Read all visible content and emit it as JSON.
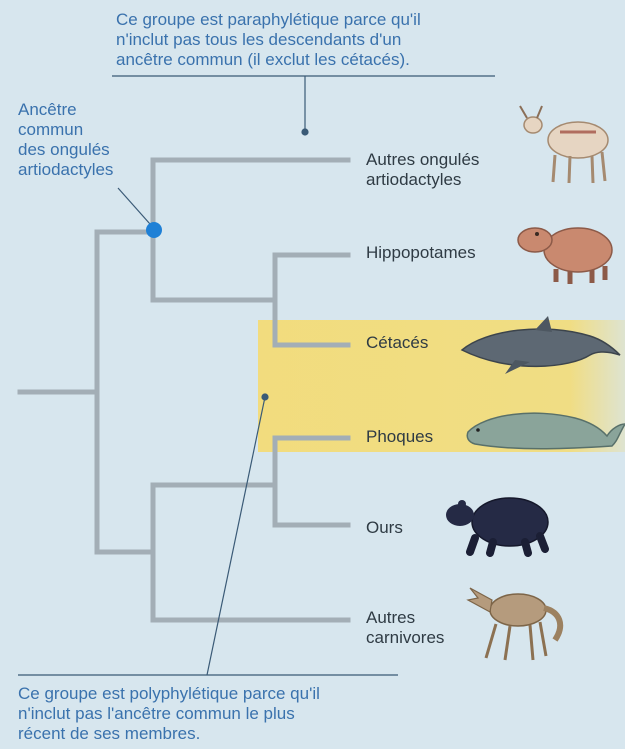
{
  "notes": {
    "paraphyletic": "Ce groupe est paraphylétique parce qu'il\nn'inclut pas tous les descendants d'un\nancêtre commun (il exclut les cétacés).",
    "polyphyletic": "Ce groupe est polyphylétique parce qu'il\nn'inclut pas l'ancêtre commun le plus\nrécent de ses membres.",
    "ancestor_label": "Ancêtre\ncommun\ndes ongulés\nartiodactyles"
  },
  "taxa": [
    {
      "label": "Autres ongulés\nartiodactyles",
      "icon": "deer-icon"
    },
    {
      "label": "Hippopotames",
      "icon": "hippopotamus-icon"
    },
    {
      "label": "Cétacés",
      "icon": "dolphin-icon"
    },
    {
      "label": "Phoques",
      "icon": "seal-icon"
    },
    {
      "label": "Ours",
      "icon": "bear-icon"
    },
    {
      "label": "Autres\ncarnivores",
      "icon": "coyote-icon"
    }
  ],
  "colors": {
    "background": "#d7e6ee",
    "branch": "#a3aeb6",
    "highlight": "#f3dc78",
    "ancestor_node": "#1f80d6",
    "annotation_text": "#3a72ad",
    "label_text": "#2f3b44"
  }
}
